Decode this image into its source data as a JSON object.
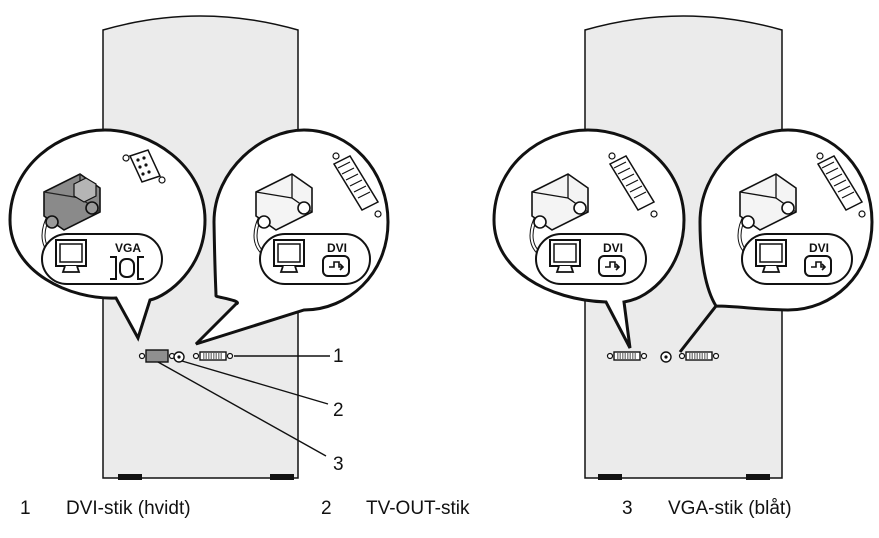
{
  "figure": {
    "left_panel": {
      "bubble_left": {
        "connector": "VGA"
      },
      "bubble_right": {
        "connector": "DVI"
      },
      "callouts": [
        "1",
        "2",
        "3"
      ]
    },
    "right_panel": {
      "bubble_left": {
        "connector": "DVI"
      },
      "bubble_right": {
        "connector": "DVI"
      }
    }
  },
  "legend": [
    {
      "num": "1",
      "text": "DVI-stik (hvidt)"
    },
    {
      "num": "2",
      "text": "TV-OUT-stik"
    },
    {
      "num": "3",
      "text": "VGA-stik (blåt)"
    }
  ]
}
